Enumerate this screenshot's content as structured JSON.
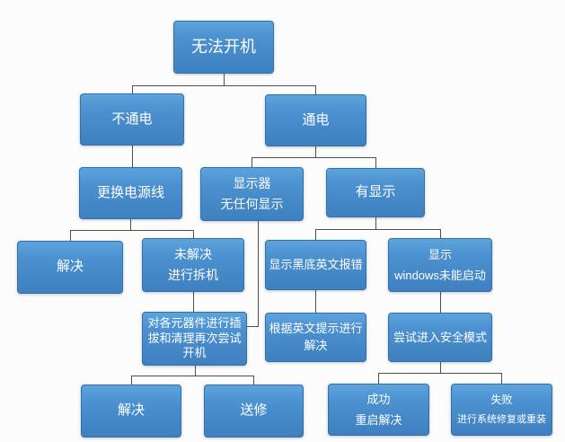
{
  "diagram": {
    "type": "flowchart-tree",
    "language": "zh-CN",
    "topic": "无法开机"
  },
  "colors": {
    "node-top": "#5da3dc",
    "node-mid": "#4b90cf",
    "node-bottom": "#3e80c0",
    "node-border": "#3170ab",
    "line-color": "#4f4f4f",
    "canvas-bg": "#fcfcfc",
    "node-text": "#ffffff"
  },
  "nodes": {
    "cannot_boot": {
      "lines": [
        "无法开机"
      ]
    },
    "no_power": {
      "lines": [
        "不通电"
      ]
    },
    "has_power": {
      "lines": [
        "通电"
      ]
    },
    "replace_power_cable": {
      "lines": [
        "更换电源线"
      ]
    },
    "monitor_no_display": {
      "lines": [
        "显示器",
        "无任何显示"
      ]
    },
    "has_display": {
      "lines": [
        "有显示"
      ]
    },
    "solved_left": {
      "lines": [
        "解决"
      ]
    },
    "unsolved_disassemble": {
      "lines": [
        "未解决",
        "进行拆机"
      ]
    },
    "black_screen_error": {
      "lines": [
        "显示黑底英文报错"
      ]
    },
    "windows_fail_start": {
      "lines": [
        "显示",
        "windows未能启动"
      ]
    },
    "reseat_clean_retry": {
      "lines": [
        "对各元器件进行插",
        "拔和清理再次尝试",
        "开机"
      ]
    },
    "solve_by_prompt": {
      "lines": [
        "根据英文提示进行",
        "解决"
      ]
    },
    "try_safe_mode": {
      "lines": [
        "尝试进入安全模式"
      ]
    },
    "solved_bottom": {
      "lines": [
        "解决"
      ]
    },
    "send_for_repair": {
      "lines": [
        "送修"
      ]
    },
    "success_restart": {
      "lines": [
        "成功",
        "重启解决"
      ]
    },
    "fail_repair_reinstall": {
      "lines": [
        "失败",
        "进行系统修复或重装"
      ]
    }
  },
  "edges": [
    {
      "from": "cannot_boot",
      "to": "no_power"
    },
    {
      "from": "cannot_boot",
      "to": "has_power"
    },
    {
      "from": "no_power",
      "to": "replace_power_cable"
    },
    {
      "from": "has_power",
      "to": "monitor_no_display"
    },
    {
      "from": "has_power",
      "to": "has_display"
    },
    {
      "from": "replace_power_cable",
      "to": "solved_left"
    },
    {
      "from": "replace_power_cable",
      "to": "unsolved_disassemble"
    },
    {
      "from": "unsolved_disassemble",
      "to": "reseat_clean_retry"
    },
    {
      "from": "monitor_no_display",
      "to": "reseat_clean_retry"
    },
    {
      "from": "has_display",
      "to": "black_screen_error"
    },
    {
      "from": "has_display",
      "to": "windows_fail_start"
    },
    {
      "from": "black_screen_error",
      "to": "solve_by_prompt"
    },
    {
      "from": "windows_fail_start",
      "to": "try_safe_mode"
    },
    {
      "from": "reseat_clean_retry",
      "to": "solved_bottom"
    },
    {
      "from": "reseat_clean_retry",
      "to": "send_for_repair"
    },
    {
      "from": "try_safe_mode",
      "to": "success_restart"
    },
    {
      "from": "try_safe_mode",
      "to": "fail_repair_reinstall"
    }
  ]
}
